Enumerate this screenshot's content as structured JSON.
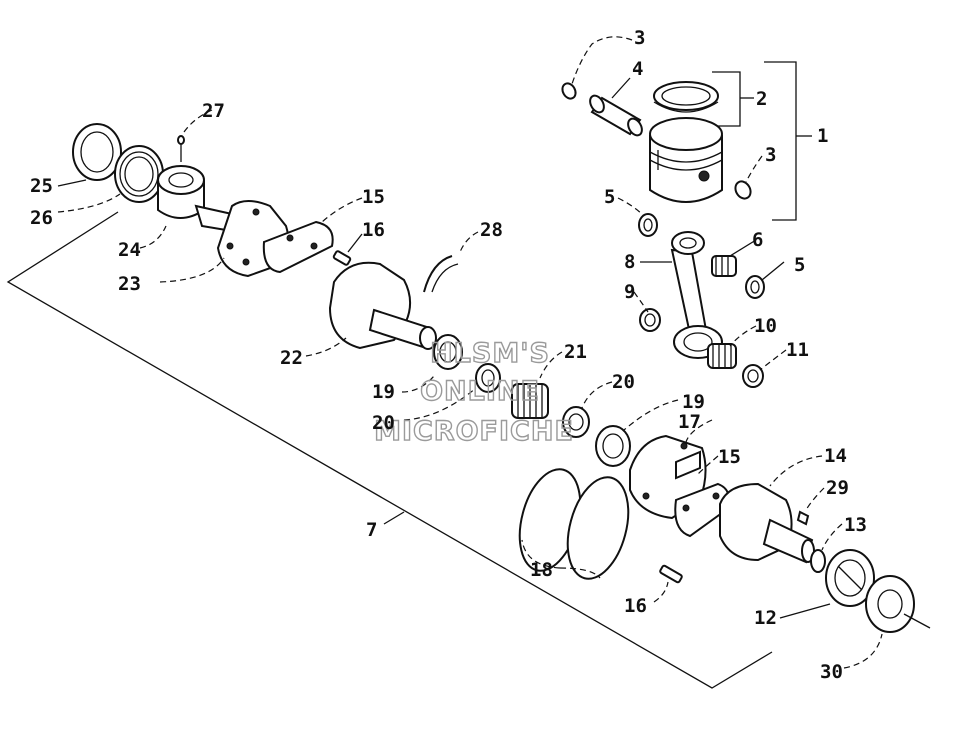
{
  "watermark": {
    "line1": "HLSM'S",
    "line2": "ONLINE",
    "line3": "MICROFICHE"
  },
  "callouts": [
    {
      "id": "c1",
      "label": "1"
    },
    {
      "id": "c2",
      "label": "2"
    },
    {
      "id": "c3a",
      "label": "3"
    },
    {
      "id": "c3b",
      "label": "3"
    },
    {
      "id": "c4",
      "label": "4"
    },
    {
      "id": "c5a",
      "label": "5"
    },
    {
      "id": "c5b",
      "label": "5"
    },
    {
      "id": "c6",
      "label": "6"
    },
    {
      "id": "c7",
      "label": "7"
    },
    {
      "id": "c8",
      "label": "8"
    },
    {
      "id": "c9",
      "label": "9"
    },
    {
      "id": "c10",
      "label": "10"
    },
    {
      "id": "c11",
      "label": "11"
    },
    {
      "id": "c12",
      "label": "12"
    },
    {
      "id": "c13",
      "label": "13"
    },
    {
      "id": "c14",
      "label": "14"
    },
    {
      "id": "c15a",
      "label": "15"
    },
    {
      "id": "c15b",
      "label": "15"
    },
    {
      "id": "c16a",
      "label": "16"
    },
    {
      "id": "c16b",
      "label": "16"
    },
    {
      "id": "c17",
      "label": "17"
    },
    {
      "id": "c18",
      "label": "18"
    },
    {
      "id": "c19a",
      "label": "19"
    },
    {
      "id": "c19b",
      "label": "19"
    },
    {
      "id": "c20a",
      "label": "20"
    },
    {
      "id": "c20b",
      "label": "20"
    },
    {
      "id": "c21",
      "label": "21"
    },
    {
      "id": "c22",
      "label": "22"
    },
    {
      "id": "c23",
      "label": "23"
    },
    {
      "id": "c24",
      "label": "24"
    },
    {
      "id": "c25",
      "label": "25"
    },
    {
      "id": "c26",
      "label": "26"
    },
    {
      "id": "c27",
      "label": "27"
    },
    {
      "id": "c28",
      "label": "28"
    },
    {
      "id": "c29",
      "label": "29"
    },
    {
      "id": "c30",
      "label": "30"
    }
  ]
}
